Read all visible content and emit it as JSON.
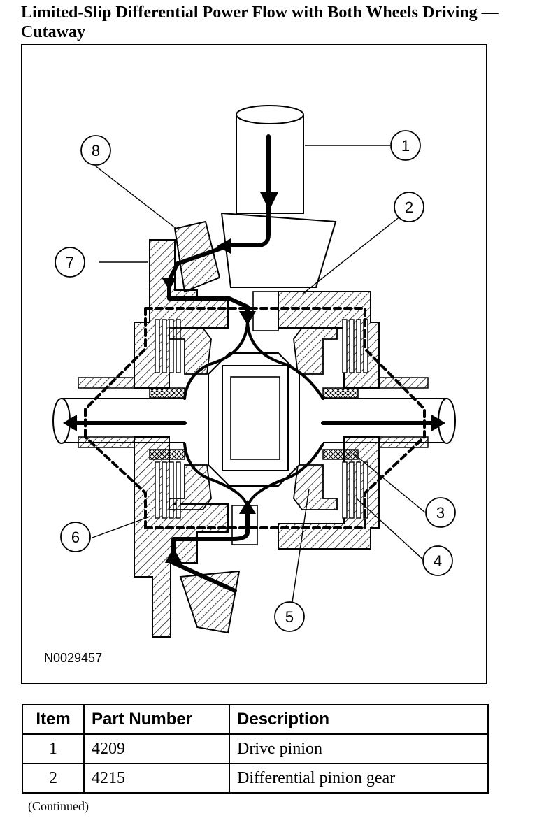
{
  "title": "Limited-Slip Differential Power Flow with Both Wheels Driving — Cutaway",
  "figure": {
    "id": "N0029457",
    "callouts": [
      "1",
      "2",
      "3",
      "4",
      "5",
      "6",
      "7",
      "8"
    ]
  },
  "table": {
    "headers": {
      "item": "Item",
      "part_number": "Part Number",
      "description": "Description"
    },
    "rows": [
      {
        "item": "1",
        "part_number": "4209",
        "description": "Drive pinion"
      },
      {
        "item": "2",
        "part_number": "4215",
        "description": "Differential pinion gear"
      }
    ]
  },
  "continued": "(Continued)"
}
